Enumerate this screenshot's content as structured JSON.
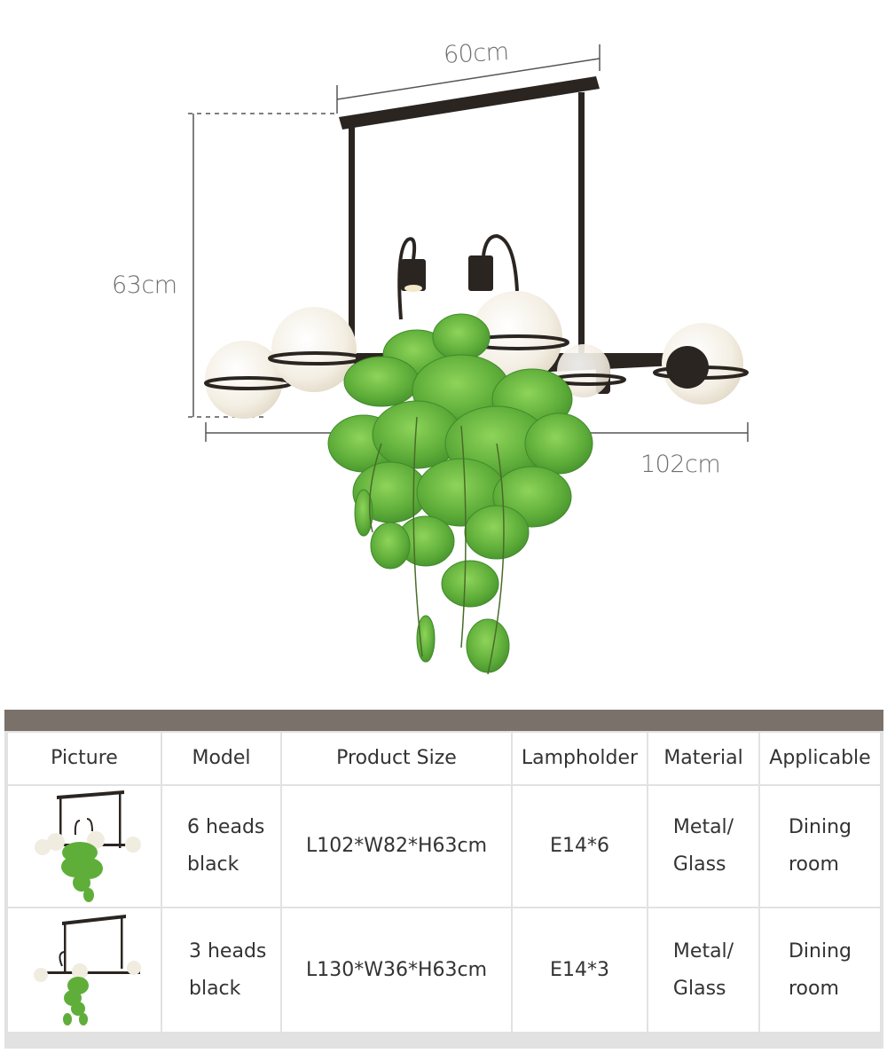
{
  "dimensions": {
    "width_label": "60cm",
    "height_label": "63cm",
    "length_label": "102cm"
  },
  "colors": {
    "metal": "#2b2521",
    "leaf": "#5fae3a",
    "leaf_dark": "#3f8a2a",
    "globe": "#f7f3ea",
    "table_bar": "#7a716a",
    "grid": "#e2e2e2"
  },
  "table": {
    "headers": [
      "Picture",
      "Model",
      "Product Size",
      "Lampholder",
      "Material",
      "Applicable"
    ],
    "rows": [
      {
        "model": "6 heads\nblack",
        "size": "L102*W82*H63cm",
        "lampholder": "E14*6",
        "material": "Metal/\nGlass",
        "applicable": "Dining\nroom"
      },
      {
        "model": "3 heads\nblack",
        "size": "L130*W36*H63cm",
        "lampholder": "E14*3",
        "material": "Metal/\nGlass",
        "applicable": "Dining\nroom"
      }
    ]
  }
}
